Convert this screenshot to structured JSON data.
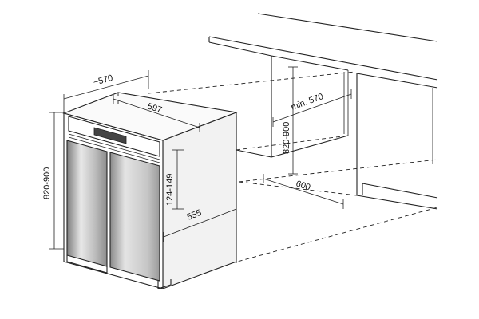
{
  "colors": {
    "line": "#222222",
    "front_panel_light": "#d6d6d6",
    "front_panel_dark": "#8a8a8a",
    "cabinet_side": "#f2f2f2",
    "cabinet_top": "#fafafa",
    "control_panel": "#444444"
  },
  "dimensions": {
    "depth_top": "~570",
    "width_top": "597",
    "niche_depth": "min. 570",
    "niche_height": "820-900",
    "niche_width": "600",
    "overall_height": "820-900",
    "plinth_range": "124-149",
    "side_depth": "555"
  }
}
